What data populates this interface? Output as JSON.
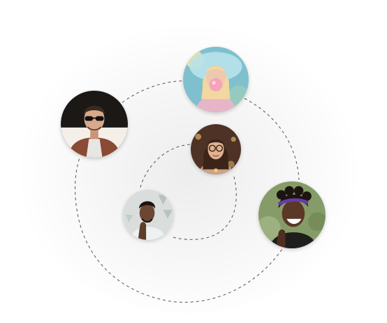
{
  "avatars": [
    {
      "id": "av-1",
      "name": "avatar-man-sunglasses",
      "bg": "#2a2522",
      "skin": "#d8a98a",
      "hair": "#3a2a20",
      "shirt": "#8a4a34",
      "accent": "#111111"
    },
    {
      "id": "av-2",
      "name": "avatar-woman-bubblegum",
      "bg": "#86c4d2",
      "skin": "#efc8b0",
      "hair": "#f2d7a0",
      "shirt": "#e6b6c8",
      "accent": "#f5a3b8"
    },
    {
      "id": "av-3",
      "name": "avatar-woman-glasses",
      "bg": "#5a3a2c",
      "skin": "#e0b190",
      "hair": "#3b2418",
      "shirt": "#caa38a",
      "accent": "#f3c46b"
    },
    {
      "id": "av-4",
      "name": "avatar-man-thinking",
      "bg": "#d6dbd9",
      "skin": "#6b4632",
      "hair": "#1c1410",
      "shirt": "#e8ecec",
      "accent": "#b8c2c0"
    },
    {
      "id": "av-5",
      "name": "avatar-woman-laughing",
      "bg": "#8aa06a",
      "skin": "#5a3726",
      "hair": "#1c1410",
      "shirt": "#1e1e1e",
      "accent": "#6a3aa8"
    }
  ],
  "colors": {
    "orbit_stroke": "#555555",
    "background": "#ffffff"
  }
}
